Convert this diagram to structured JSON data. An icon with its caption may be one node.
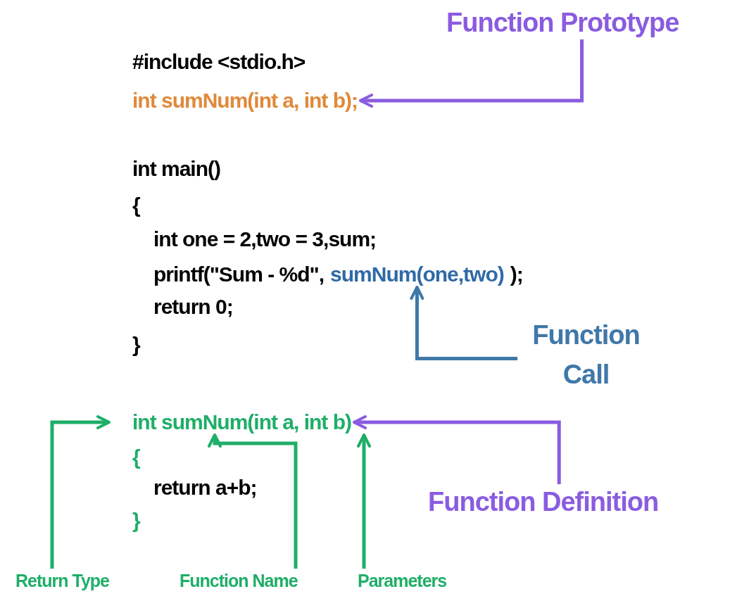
{
  "diagram": {
    "nodes": [
      {
        "text": [
          "Function Prototype"
        ]
      },
      {
        "text": [
          "int sumNum(int a, int b);"
        ]
      },
      {
        "text": [
          "sumNum(one,two)"
        ]
      },
      {
        "text": [
          "Function Call"
        ]
      },
      {
        "text": [
          "int sumNum(int a, int b)"
        ]
      },
      {
        "text": [
          "Function Definition"
        ]
      },
      {
        "text": [
          "Return Type"
        ]
      },
      {
        "text": [
          "Function Name"
        ]
      },
      {
        "text": [
          "Parameters"
        ]
      }
    ],
    "edges": [
      {
        "from": 0,
        "to": 1,
        "arrow": "to",
        "color": "#8a5ce0"
      },
      {
        "from": 3,
        "to": 2,
        "arrow": "to",
        "color": "#3f78a8"
      },
      {
        "from": 5,
        "to": 4,
        "arrow": "to",
        "color": "#8a5ce0"
      },
      {
        "from": 6,
        "to": 4,
        "arrow": "to"
      },
      {
        "from": 7,
        "to": 4,
        "arrow": "to"
      },
      {
        "from": 8,
        "to": 4,
        "arrow": "to"
      }
    ],
    "labels": [
      "#include <stdio.h>",
      "int main()",
      "{",
      "int one = 2,two = 3,sum;",
      "printf(\"Sum - %d\",",
      ");",
      "return 0;",
      "}",
      "{",
      "return a+b;",
      "}"
    ]
  }
}
